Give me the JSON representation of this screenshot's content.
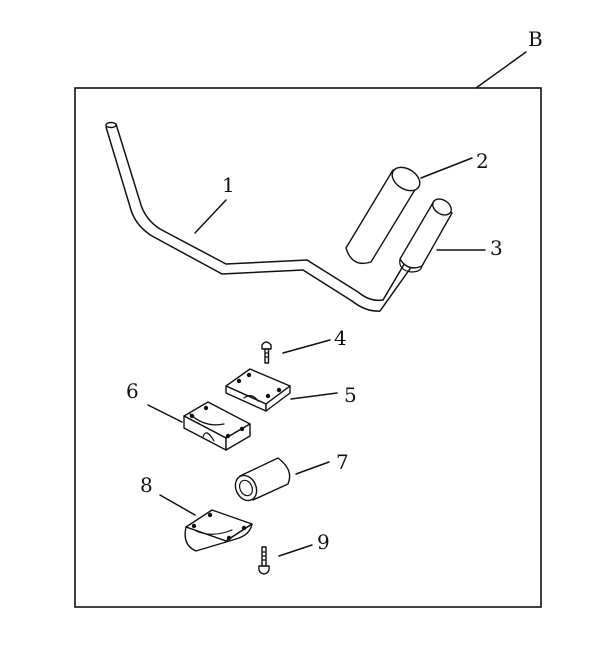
{
  "figure": {
    "corner_label": "B",
    "callouts": [
      "1",
      "2",
      "3",
      "4",
      "5",
      "6",
      "7",
      "8",
      "9"
    ]
  }
}
